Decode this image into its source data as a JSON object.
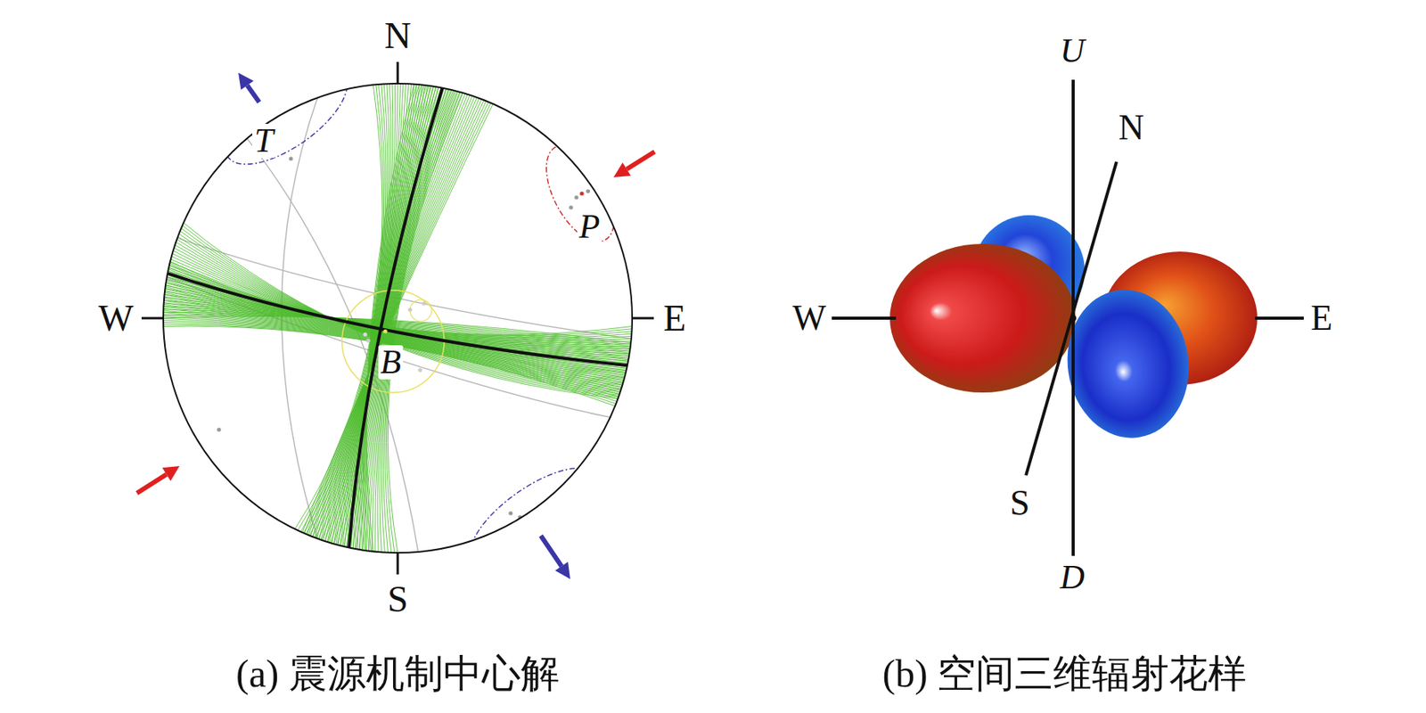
{
  "diagram": {
    "labels": [
      "N",
      "W",
      "E",
      "S",
      "T",
      "P",
      "B",
      "(a) 震源机制中心解",
      "U",
      "N",
      "W",
      "E",
      "S",
      "D",
      "(b) 空间三维辐射花样"
    ]
  }
}
